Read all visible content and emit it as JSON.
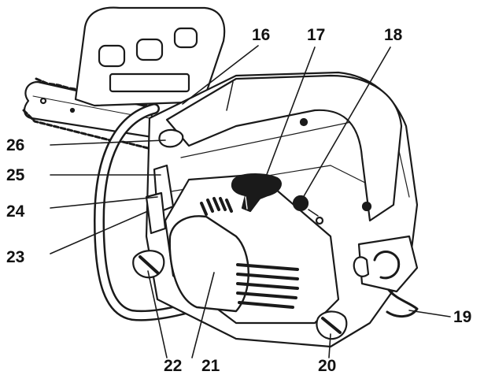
{
  "diagram": {
    "subject": "top-handle chainsaw, parts identification illustration",
    "callouts": {
      "c16": "16",
      "c17": "17",
      "c18": "18",
      "c19": "19",
      "c20": "20",
      "c21": "21",
      "c22": "22",
      "c23": "23",
      "c24": "24",
      "c25": "25",
      "c26": "26"
    },
    "colors": {
      "line": "#1a1a1a",
      "paper": "#ffffff",
      "shade": "#2a2a2a"
    }
  }
}
